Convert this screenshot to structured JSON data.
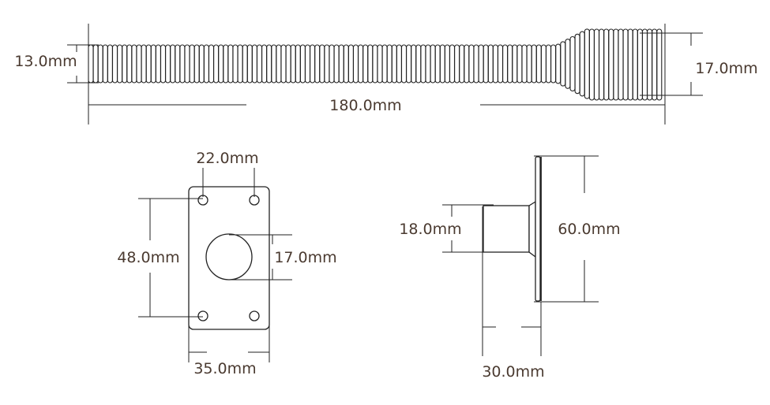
{
  "gooseneck_view": {
    "thin_diameter": "13.0mm",
    "length": "180.0mm",
    "thick_diameter": "17.0mm"
  },
  "base_plate_view": {
    "hole_spacing_horizontal": "22.0mm",
    "hole_spacing_vertical": "48.0mm",
    "center_hole_diameter": "17.0mm",
    "plate_width": "35.0mm"
  },
  "side_view": {
    "tube_diameter": "18.0mm",
    "flange_diameter": "60.0mm",
    "depth": "30.0mm"
  }
}
